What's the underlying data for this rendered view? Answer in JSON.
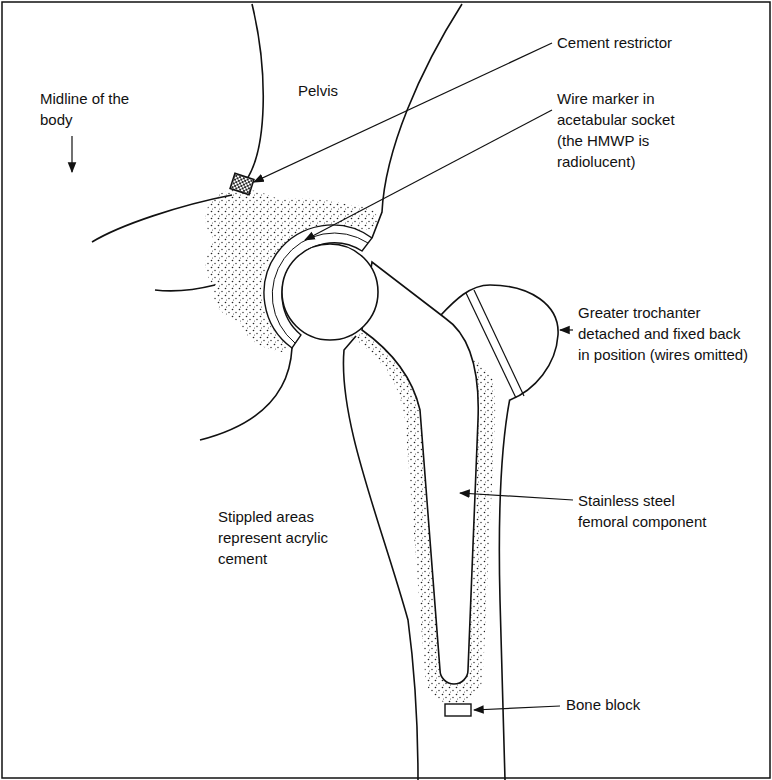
{
  "diagram": {
    "labels": [
      "Pelvis",
      "Cement restrictor",
      "Midline of the body",
      "Wire marker in acetabular socket (the HMWP is radiolucent)",
      "Greater trochanter detached and fixed back in position (wires omitted)",
      "Stainless steel femoral component",
      "Stippled areas represent acrylic cement",
      "Bone block"
    ]
  }
}
